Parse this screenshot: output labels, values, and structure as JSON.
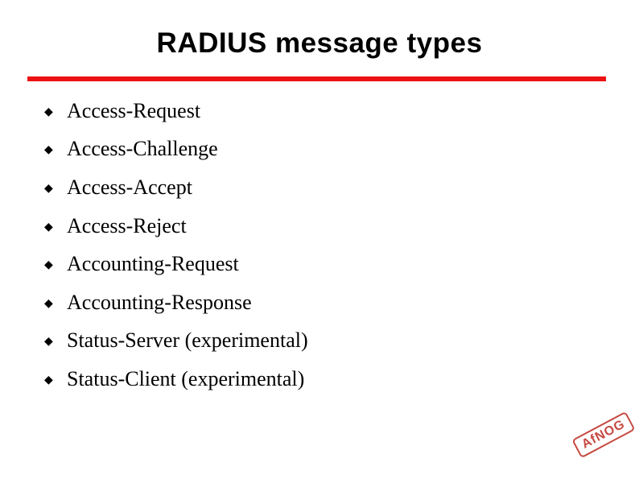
{
  "slide": {
    "title": "RADIUS message types",
    "bullet_char": "◆",
    "items": [
      "Access-Request",
      "Access-Challenge",
      "Access-Accept",
      "Access-Reject",
      "Accounting-Request",
      "Accounting-Response",
      "Status-Server (experimental)",
      "Status-Client (experimental)"
    ],
    "stamp": {
      "label": "AfNOG"
    },
    "colors": {
      "background": "#ffffff",
      "text": "#000000",
      "divider_red": "#ed1111",
      "stamp_red": "#c23b32"
    }
  }
}
